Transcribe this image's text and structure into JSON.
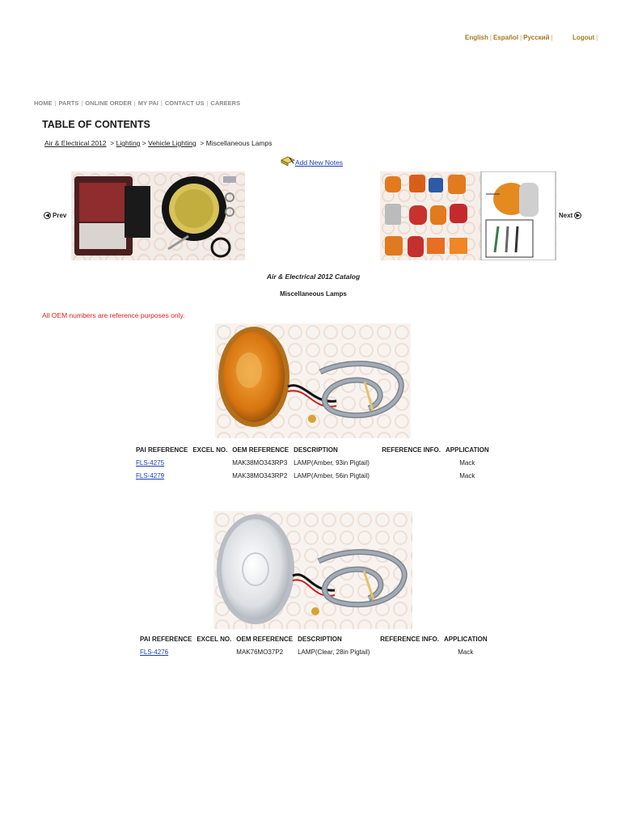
{
  "lang_bar": {
    "english": "English",
    "espanol": "Español",
    "russian": "Русский",
    "logout": "Logout"
  },
  "nav": {
    "home": "HOME",
    "parts": "PARTS",
    "online_order": "ONLINE ORDER",
    "my_pai": "MY PAI",
    "contact": "CONTACT US",
    "careers": "CAREERS"
  },
  "page_title": "TABLE OF CONTENTS",
  "breadcrumb": {
    "b1": "Air & Electrical 2012",
    "b2": "Lighting",
    "b3": "Vehicle Lighting",
    "b4": "Miscellaneous Lamps",
    "sep": ">"
  },
  "notes_label": "Add New Notes",
  "prev_label": "Prev",
  "next_label": "Next",
  "catalog_title": "Air & Electrical 2012 Catalog",
  "section_title": "Miscellaneous Lamps",
  "disclaimer": "All OEM numbers are reference purposes only.",
  "columns": [
    "PAI REFERENCE",
    "EXCEL NO.",
    "OEM REFERENCE",
    "DESCRIPTION",
    "REFERENCE INFO.",
    "APPLICATION"
  ],
  "table1": [
    {
      "pai": "FLS-4275",
      "excel": "",
      "oem": "MAK38MO343RP3",
      "desc": "LAMP(Amber, 93in Pigtail)",
      "ref": "",
      "app": "Mack"
    },
    {
      "pai": "FLS-4279",
      "excel": "",
      "oem": "MAK38MO343RP2",
      "desc": "LAMP(Amber, 56in Pigtail)",
      "ref": "",
      "app": "Mack"
    }
  ],
  "table2": [
    {
      "pai": "FLS-4276",
      "excel": "",
      "oem": "MAK76MO37P2",
      "desc": "LAMP(Clear, 28in Pigtail)",
      "ref": "",
      "app": "Mack"
    }
  ],
  "colors": {
    "link": "#1a3fb8",
    "disclaimer": "#e02020",
    "lang_gold": "#a6781f",
    "nav_gray": "#8a8a8a"
  },
  "icons": {
    "prev": "circle-left-arrow-icon",
    "next": "circle-right-arrow-icon",
    "notes": "note-pencil-icon"
  }
}
